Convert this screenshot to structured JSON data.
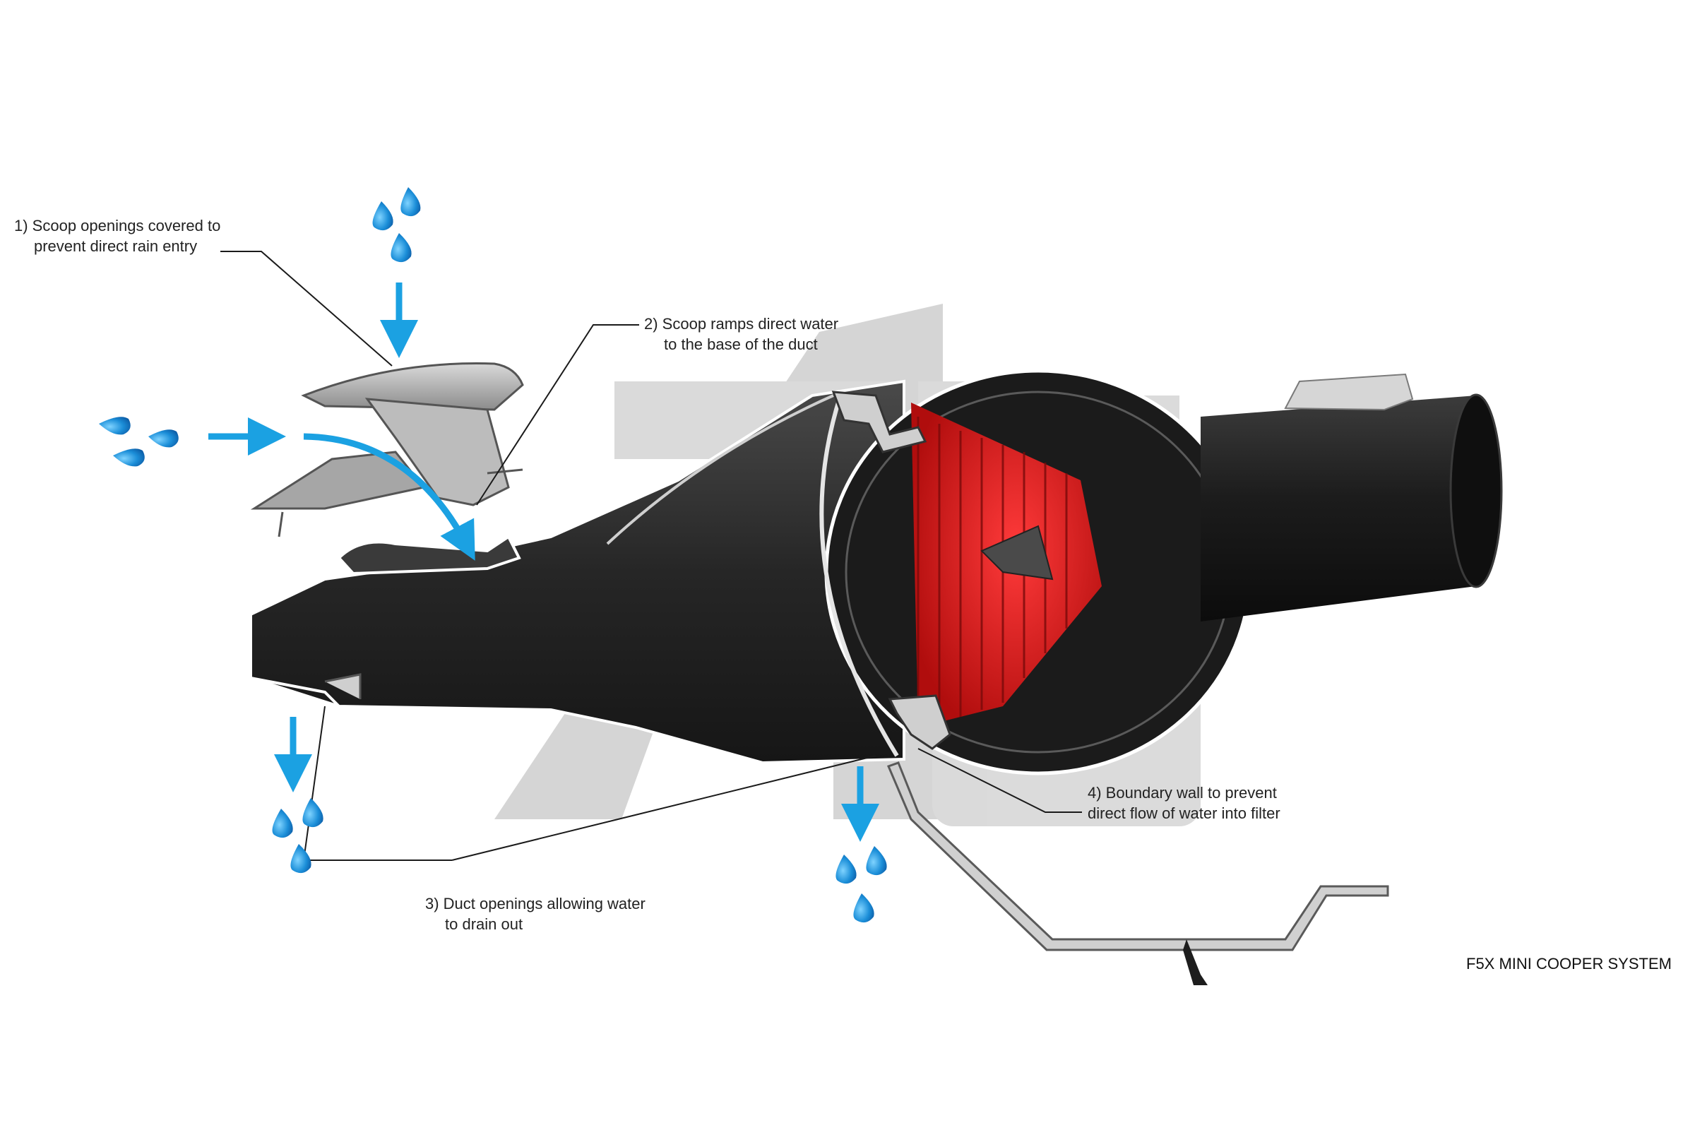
{
  "callouts": {
    "scoop_openings": {
      "line1": "1) Scoop openings covered to",
      "line2": "prevent direct rain entry"
    },
    "scoop_ramps": {
      "line1": "2) Scoop ramps direct water",
      "line2": "to the base of the duct"
    },
    "duct_openings": {
      "line1": "3) Duct openings allowing water",
      "line2": "to drain out"
    },
    "boundary_wall": {
      "line1": "4) Boundary wall to prevent",
      "line2": "direct flow of water into filter"
    }
  },
  "footer_label": "F5X MINI COOPER SYSTEM",
  "colors": {
    "water_blue": "#1ba1e2",
    "filter_red": "#d71414",
    "duct_dark": "#2b2b2b",
    "scoop_grey": "#a9a9a9",
    "watermark_grey": "#bdbdbd"
  }
}
